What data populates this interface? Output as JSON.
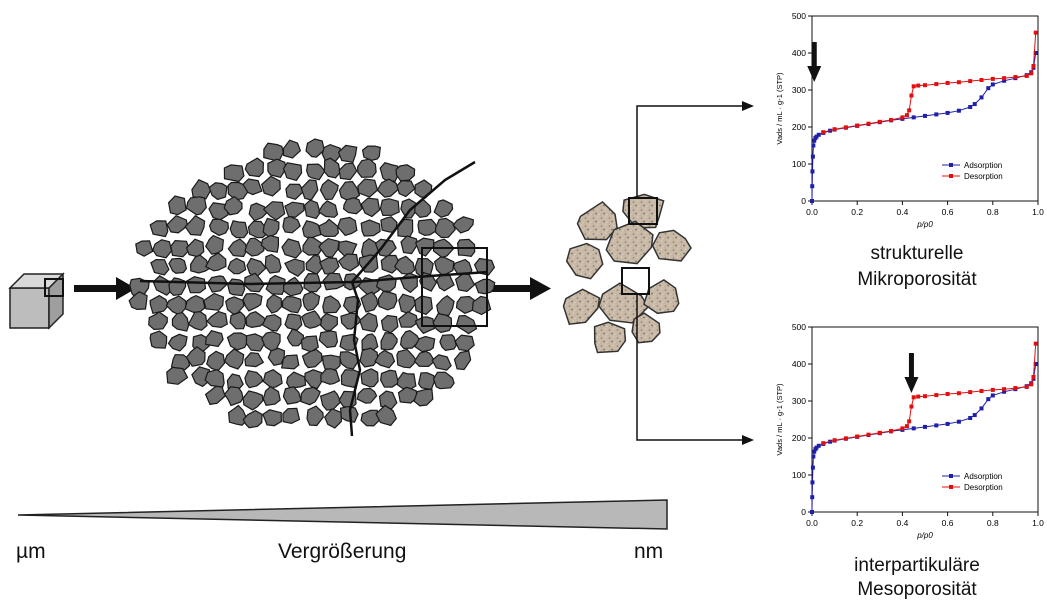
{
  "scale": {
    "left_label": "µm",
    "center_label": "Vergrößerung",
    "right_label": "nm"
  },
  "charts_text": {
    "top_caption_line1": "strukturelle",
    "top_caption_line2": "Mikroporosität",
    "bottom_caption_line1": "interpartikuläre",
    "bottom_caption_line2": "Mesoporosität"
  },
  "colors": {
    "grain_dark": "#6e6e6e",
    "grain_light": "#c8b8a6",
    "adsorption": "#1f1fa8",
    "desorption": "#e01010",
    "cube": "#bdbdbd"
  },
  "chart_data": [
    {
      "type": "scatter",
      "title": "",
      "xlabel": "p/p0",
      "ylabel": "Vads / mL · g-1 (STP)",
      "xlim": [
        0,
        1
      ],
      "ylim": [
        0,
        500
      ],
      "xticks": [
        "0.0",
        "0.2",
        "0.4",
        "0.6",
        "0.8",
        "1.0"
      ],
      "yticks": [
        "0",
        "100",
        "200",
        "300",
        "400",
        "500"
      ],
      "arrow_at_x": 0.01,
      "legend": "bottom-right",
      "series": [
        {
          "name": "Adsorption",
          "x": [
            0.0,
            0.001,
            0.002,
            0.004,
            0.006,
            0.01,
            0.015,
            0.02,
            0.03,
            0.05,
            0.08,
            0.1,
            0.15,
            0.2,
            0.25,
            0.3,
            0.35,
            0.4,
            0.45,
            0.5,
            0.55,
            0.6,
            0.65,
            0.7,
            0.72,
            0.75,
            0.78,
            0.8,
            0.85,
            0.9,
            0.95,
            0.97,
            0.98,
            0.99
          ],
          "y": [
            0,
            40,
            80,
            120,
            150,
            163,
            170,
            174,
            179,
            184,
            190,
            193,
            198,
            203,
            208,
            213,
            218,
            222,
            226,
            230,
            234,
            238,
            244,
            254,
            262,
            280,
            305,
            315,
            325,
            332,
            340,
            348,
            360,
            400
          ]
        },
        {
          "name": "Desorption",
          "x": [
            0.99,
            0.98,
            0.97,
            0.95,
            0.9,
            0.85,
            0.8,
            0.75,
            0.7,
            0.65,
            0.6,
            0.55,
            0.5,
            0.47,
            0.45,
            0.44,
            0.43,
            0.42,
            0.4,
            0.35,
            0.3,
            0.25,
            0.2,
            0.15,
            0.1,
            0.05
          ],
          "y": [
            455,
            365,
            345,
            338,
            335,
            332,
            330,
            327,
            324,
            321,
            319,
            316,
            313,
            312,
            310,
            285,
            245,
            232,
            226,
            219,
            214,
            209,
            204,
            199,
            194,
            186
          ]
        }
      ]
    },
    {
      "type": "scatter",
      "title": "",
      "xlabel": "p/p0",
      "ylabel": "Vads / mL · g-1 (STP)",
      "xlim": [
        0,
        1
      ],
      "ylim": [
        0,
        500
      ],
      "xticks": [
        "0.0",
        "0.2",
        "0.4",
        "0.6",
        "0.8",
        "1.0"
      ],
      "yticks": [
        "0",
        "100",
        "200",
        "300",
        "400",
        "500"
      ],
      "arrow_at_x": 0.44,
      "legend": "bottom-right",
      "series": [
        {
          "name": "Adsorption",
          "x": [
            0.0,
            0.001,
            0.002,
            0.004,
            0.006,
            0.01,
            0.015,
            0.02,
            0.03,
            0.05,
            0.08,
            0.1,
            0.15,
            0.2,
            0.25,
            0.3,
            0.35,
            0.4,
            0.45,
            0.5,
            0.55,
            0.6,
            0.65,
            0.7,
            0.72,
            0.75,
            0.78,
            0.8,
            0.85,
            0.9,
            0.95,
            0.97,
            0.98,
            0.99
          ],
          "y": [
            0,
            40,
            80,
            120,
            150,
            163,
            170,
            174,
            179,
            184,
            190,
            193,
            198,
            203,
            208,
            213,
            218,
            222,
            226,
            230,
            234,
            238,
            244,
            254,
            262,
            280,
            305,
            315,
            325,
            332,
            340,
            348,
            360,
            400
          ]
        },
        {
          "name": "Desorption",
          "x": [
            0.99,
            0.98,
            0.97,
            0.95,
            0.9,
            0.85,
            0.8,
            0.75,
            0.7,
            0.65,
            0.6,
            0.55,
            0.5,
            0.47,
            0.45,
            0.44,
            0.43,
            0.42,
            0.4,
            0.35,
            0.3,
            0.25,
            0.2,
            0.15,
            0.1,
            0.05
          ],
          "y": [
            455,
            365,
            345,
            338,
            335,
            332,
            330,
            327,
            324,
            321,
            319,
            316,
            313,
            312,
            310,
            285,
            245,
            232,
            226,
            219,
            214,
            209,
            204,
            199,
            194,
            186
          ]
        }
      ]
    }
  ]
}
